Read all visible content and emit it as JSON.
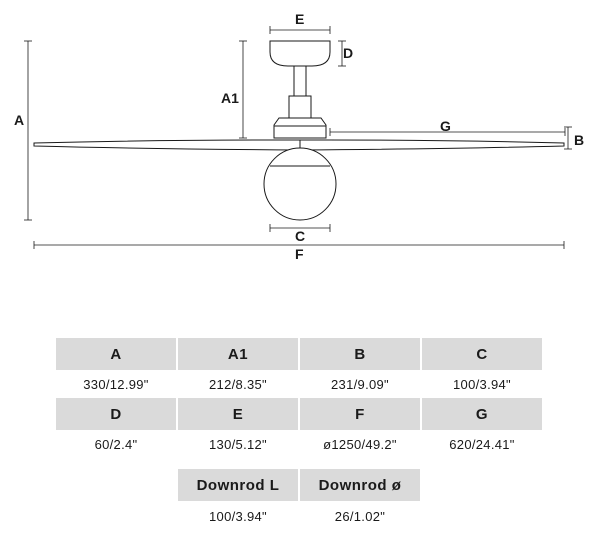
{
  "diagram": {
    "labels": {
      "A": "A",
      "A1": "A1",
      "B": "B",
      "C": "C",
      "D": "D",
      "E": "E",
      "F": "F",
      "G": "G"
    }
  },
  "table": {
    "row1": {
      "headers": [
        "A",
        "A1",
        "B",
        "C"
      ],
      "values": [
        "330/12.99\"",
        "212/8.35\"",
        "231/9.09\"",
        "100/3.94\""
      ]
    },
    "row2": {
      "headers": [
        "D",
        "E",
        "F",
        "G"
      ],
      "values": [
        "60/2.4\"",
        "130/5.12\"",
        "ø1250/49.2\"",
        "620/24.41\""
      ]
    },
    "row3": {
      "headers": [
        "Downrod L",
        "Downrod ø"
      ],
      "values": [
        "100/3.94\"",
        "26/1.02\""
      ]
    }
  }
}
